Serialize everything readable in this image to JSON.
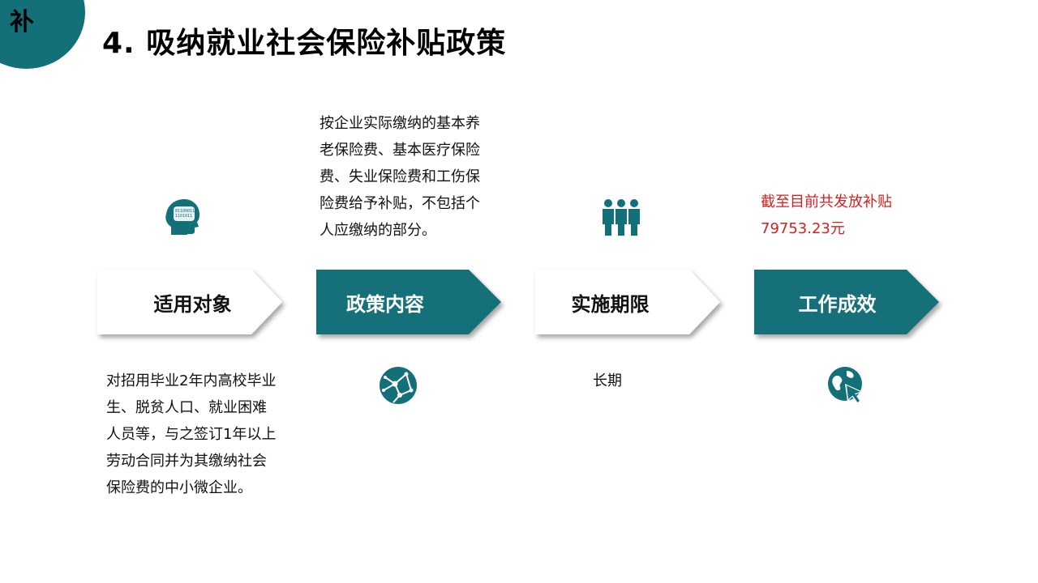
{
  "corner": {
    "char": "补"
  },
  "title": "4. 吸纳就业社会保险补贴政策",
  "colors": {
    "teal": "#137079",
    "highlight": "#d61f1f",
    "arrow_light": "#ffffff"
  },
  "steps": [
    {
      "label": "适用对象",
      "style": "light"
    },
    {
      "label": "政策内容",
      "style": "dark"
    },
    {
      "label": "实施期限",
      "style": "light"
    },
    {
      "label": "工作成效",
      "style": "dark"
    }
  ],
  "applicable": {
    "lines": [
      "对招用毕业2年内高校毕业",
      "生、脱贫人口、就业困难",
      "人员等，与之签订1年以上",
      "劳动合同并为其缴纳社会",
      "保险费的中小微企业。"
    ]
  },
  "policy": {
    "lines": [
      "按企业实际缴纳的基本养",
      "老保险费、基本医疗保险",
      "费、失业保险费和工伤保",
      "险费给予补贴，不包括个",
      "人应缴纳的部分。"
    ]
  },
  "period": {
    "text": "长期"
  },
  "effect": {
    "lines": [
      "截至目前共发放补贴",
      "79753.23元"
    ]
  },
  "icons": {
    "applicable": "brain-head-icon",
    "policy": "network-globe-icon",
    "period": "team-people-icon",
    "effect": "globe-cursor-icon"
  }
}
